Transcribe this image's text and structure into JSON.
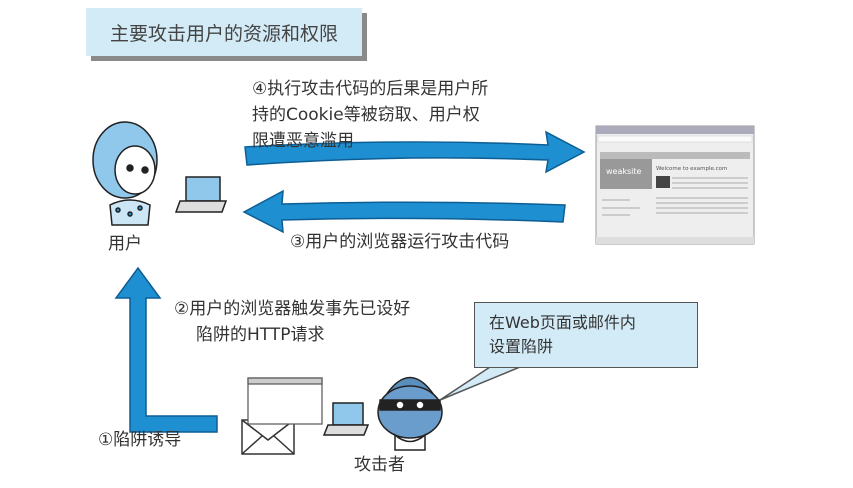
{
  "title": "主要攻击用户的资源和权限",
  "steps": {
    "step4": [
      "④执行攻击代码的后果是用户所",
      "持的Cookie等被窃取、用户权",
      "限遭恶意滥用"
    ],
    "step3": "③用户的浏览器运行攻击代码",
    "step2": [
      "②用户的浏览器触发事先已设好",
      "陷阱的HTTP请求"
    ],
    "step1": "①陷阱诱导"
  },
  "actors": {
    "user": "用户",
    "attacker": "攻击者"
  },
  "bubble": [
    "在Web页面或邮件内",
    "设置陷阱"
  ],
  "browser": {
    "site_name": "weaksite",
    "heading": "Welcome to example.com"
  },
  "colors": {
    "arrow": "#1e8fd0",
    "box": "#d3ebf7"
  }
}
